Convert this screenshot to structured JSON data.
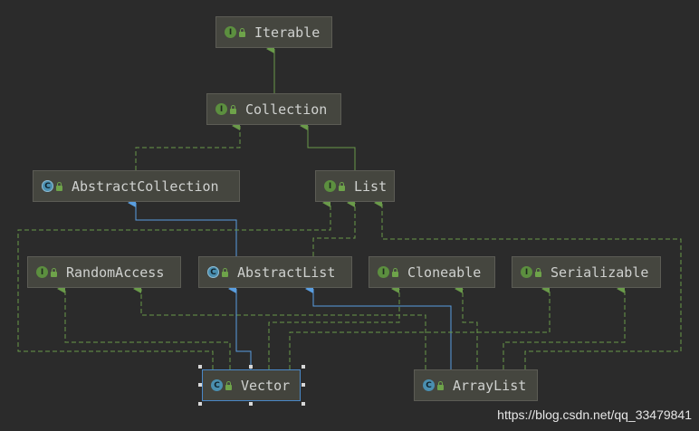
{
  "nodes": {
    "iterable": {
      "label": "Iterable",
      "kind": "interface",
      "badge": "I"
    },
    "collection": {
      "label": "Collection",
      "kind": "interface",
      "badge": "I"
    },
    "abstract_collection": {
      "label": "AbstractCollection",
      "kind": "abstract",
      "badge": "C"
    },
    "list": {
      "label": "List",
      "kind": "interface",
      "badge": "I"
    },
    "random_access": {
      "label": "RandomAccess",
      "kind": "interface",
      "badge": "I"
    },
    "abstract_list": {
      "label": "AbstractList",
      "kind": "abstract",
      "badge": "C"
    },
    "cloneable": {
      "label": "Cloneable",
      "kind": "interface",
      "badge": "I"
    },
    "serializable": {
      "label": "Serializable",
      "kind": "interface",
      "badge": "I"
    },
    "vector": {
      "label": "Vector",
      "kind": "class",
      "badge": "C",
      "selected": true
    },
    "array_list": {
      "label": "ArrayList",
      "kind": "class",
      "badge": "C"
    }
  },
  "colors": {
    "background": "#2b2b2b",
    "node_fill": "#45463f",
    "implements_edge": "#6a9a4a",
    "extends_edge": "#5a9ee0",
    "selection": "#4a88c7"
  },
  "watermark": "https://blog.csdn.net/qq_33479841"
}
